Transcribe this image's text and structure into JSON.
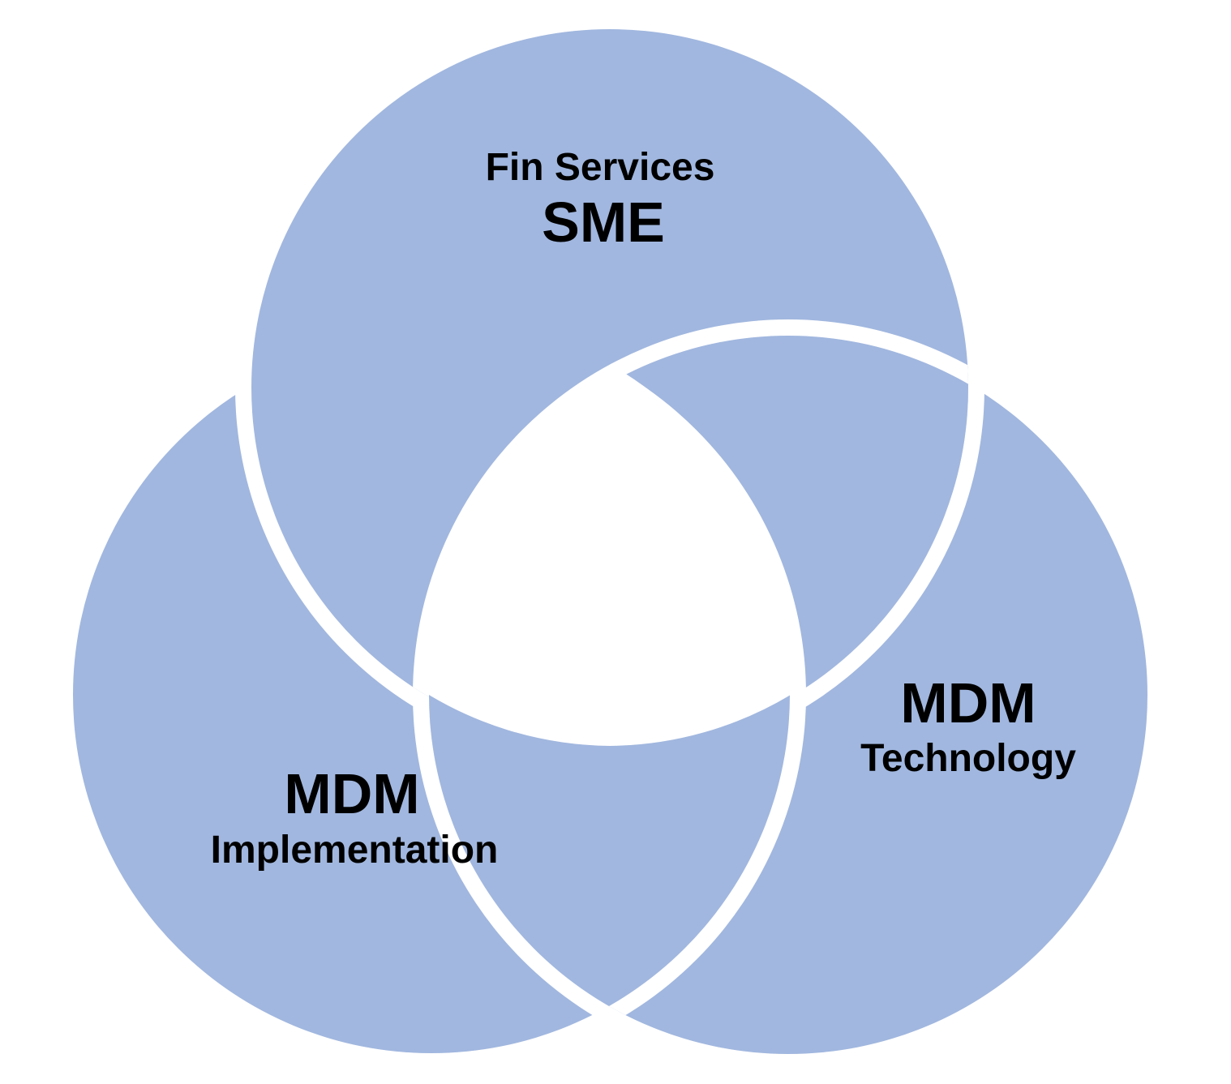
{
  "colors": {
    "circle_fill": "#a1b7df",
    "gap": "#ffffff",
    "text": "#000000"
  },
  "diagram": {
    "type": "venn-3-interlocking",
    "circles": [
      {
        "id": "top",
        "line1": "Fin Services",
        "line2": "SME"
      },
      {
        "id": "left",
        "line1": "MDM",
        "line2": "Implementation"
      },
      {
        "id": "right",
        "line1": "MDM",
        "line2": "Technology"
      }
    ]
  }
}
